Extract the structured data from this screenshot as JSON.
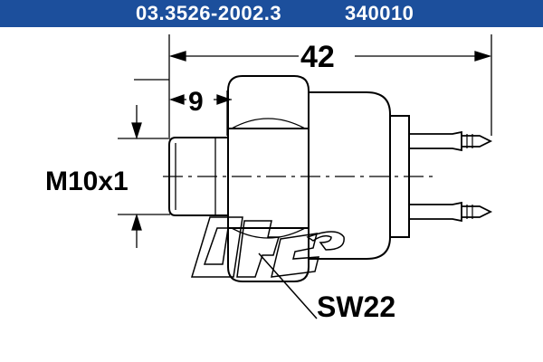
{
  "header": {
    "part_number": "03.3526-2002.3",
    "reference": "340010",
    "background_color": "#1c4f9c",
    "text_color": "#ffffff"
  },
  "drawing": {
    "overall_length": "42",
    "thread_length": "9",
    "thread_size": "M10x1",
    "wrench_size": "SW22",
    "watermark": "ATE"
  }
}
